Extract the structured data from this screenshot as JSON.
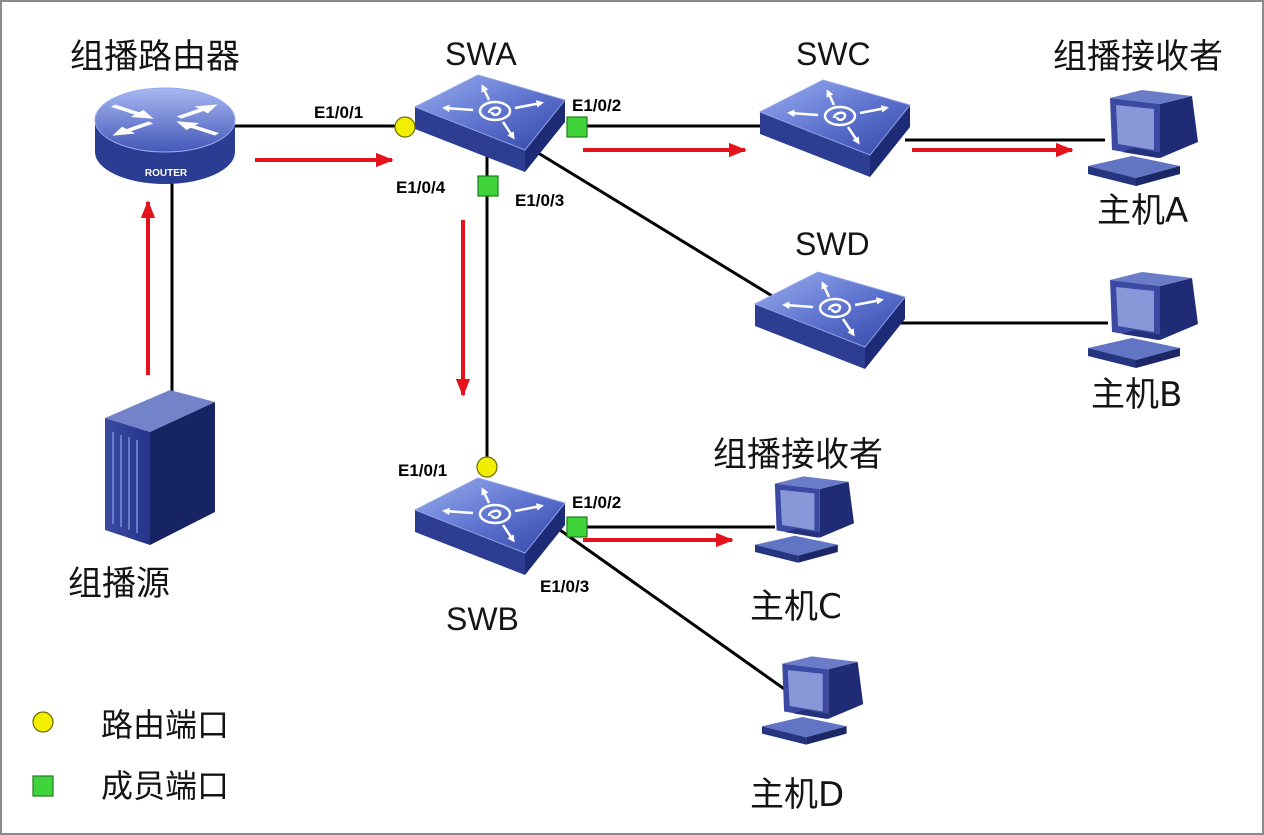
{
  "nodes": {
    "router": {
      "label": "组播路由器",
      "badge": "ROUTER",
      "icon": "router-icon"
    },
    "source": {
      "label": "组播源",
      "icon": "server-icon"
    },
    "swa": {
      "label": "SWA",
      "icon": "switch-icon",
      "ports": [
        {
          "label": "E1/0/1",
          "marker": "yellow-circle-icon"
        },
        {
          "label": "E1/0/2",
          "marker": "green-square-icon"
        },
        {
          "label": "E1/0/4",
          "marker": "green-square-icon"
        },
        {
          "label": "E1/0/3"
        }
      ]
    },
    "swb": {
      "label": "SWB",
      "icon": "switch-icon",
      "ports": [
        {
          "label": "E1/0/1",
          "marker": "yellow-circle-icon"
        },
        {
          "label": "E1/0/2",
          "marker": "green-square-icon"
        },
        {
          "label": "E1/0/3"
        }
      ]
    },
    "swc": {
      "label": "SWC",
      "icon": "switch-icon"
    },
    "swd": {
      "label": "SWD",
      "icon": "switch-icon"
    },
    "host_a": {
      "label": "主机A",
      "group_label": "组播接收者",
      "icon": "computer-icon"
    },
    "host_b": {
      "label": "主机B",
      "icon": "computer-icon"
    },
    "host_c": {
      "label": "主机C",
      "group_label": "组播接收者",
      "icon": "computer-icon"
    },
    "host_d": {
      "label": "主机D",
      "icon": "computer-icon"
    }
  },
  "legend": {
    "items": [
      {
        "label": "路由端口",
        "marker": "yellow-circle-icon"
      },
      {
        "label": "成员端口",
        "marker": "green-square-icon"
      }
    ]
  },
  "colors": {
    "routing_port": "#f2ee00",
    "member_port": "#3fd43a",
    "flow_arrow": "#e3121b",
    "link": "#000000"
  }
}
